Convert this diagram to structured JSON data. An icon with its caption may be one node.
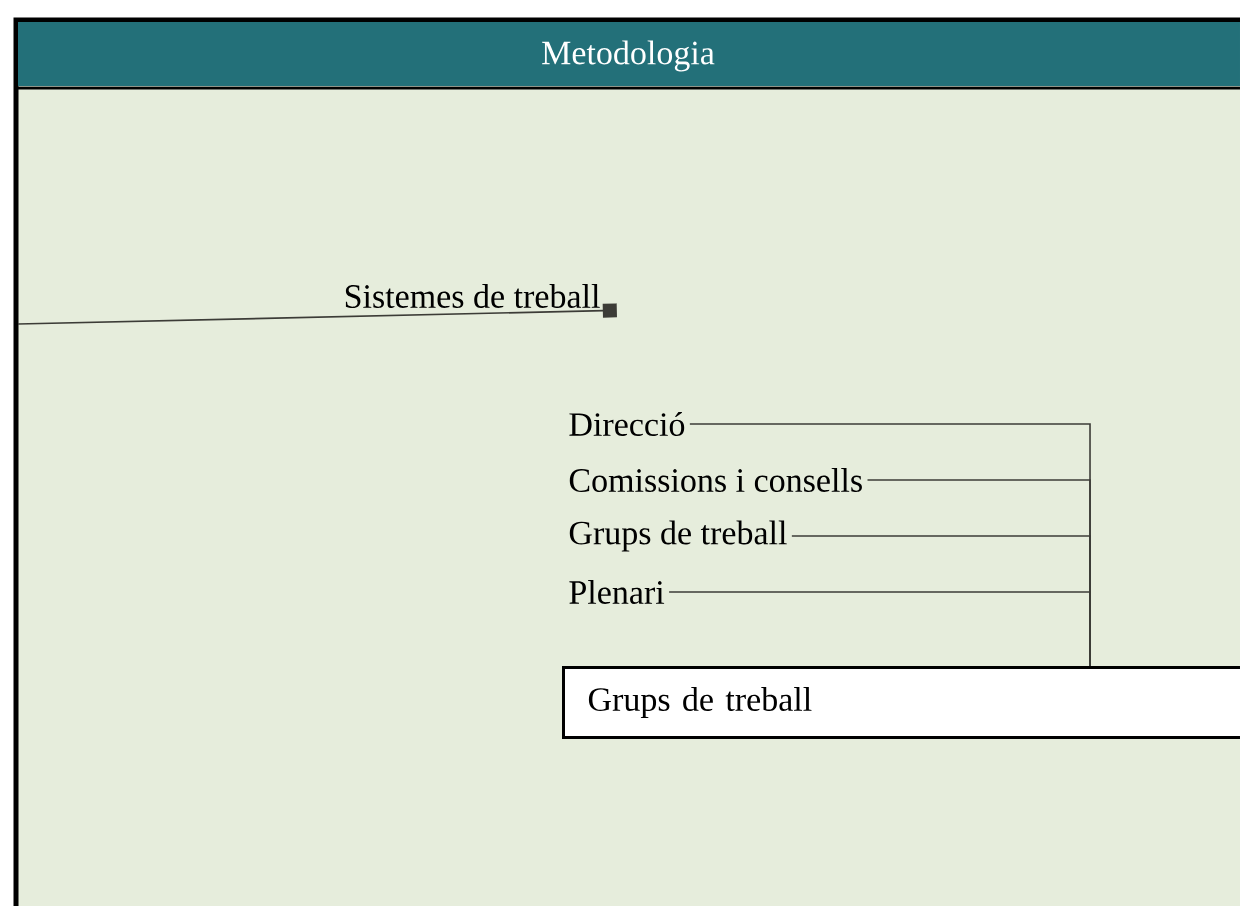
{
  "diagram": {
    "title": "Metodologia",
    "nodes": [
      {
        "text": [
          "Sistemes de treball"
        ]
      },
      {
        "text": [
          "Direcció"
        ]
      },
      {
        "text": [
          "Comissions i consells"
        ]
      },
      {
        "text": [
          "Grups de treball"
        ]
      },
      {
        "text": [
          "Plenari"
        ]
      },
      {
        "text": [
          "Grups de treball"
        ]
      }
    ],
    "edges": [
      {
        "from": null,
        "to": 0,
        "arrow": "other"
      },
      {
        "from": 1,
        "to": 5,
        "arrow": "none"
      },
      {
        "from": 2,
        "to": 5,
        "arrow": "none"
      },
      {
        "from": 3,
        "to": 5,
        "arrow": "none"
      },
      {
        "from": 4,
        "to": 5,
        "arrow": "none"
      }
    ]
  }
}
